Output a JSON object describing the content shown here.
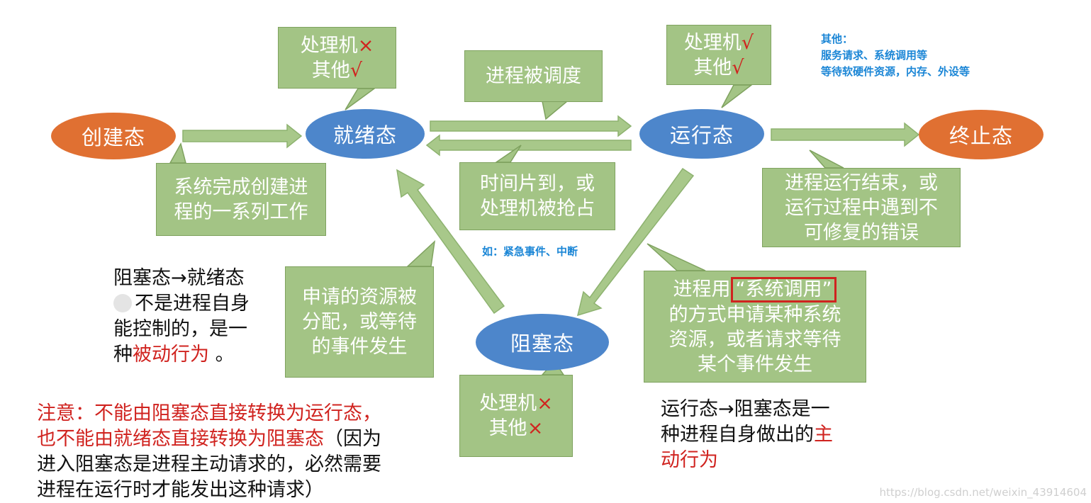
{
  "states": {
    "create": "创建态",
    "ready": "就绪态",
    "running": "运行态",
    "terminate": "终止态",
    "blocked": "阻塞态"
  },
  "callouts": {
    "ready_res": [
      "处理机",
      "其他"
    ],
    "running_res": [
      "处理机",
      "其他"
    ],
    "blocked_res": [
      "处理机",
      "其他"
    ],
    "dispatched": "进程被调度",
    "timeslice": [
      "时间片到，或",
      "处理机被抢占"
    ],
    "create_done": [
      "系统完成创建进",
      "程的一系列工作"
    ],
    "terminate_reason": [
      "进程运行结束，或",
      "运行过程中遇到不",
      "可修复的错误"
    ],
    "resource_allocated": [
      "申请的资源被",
      "分配，或等待",
      "的事件发生"
    ],
    "syscall": {
      "pre": "进程用",
      "highlight": "“系统调用”",
      "rest": [
        "的方式申请某种系统",
        "资源，或者请求等待",
        "某个事件发生"
      ]
    }
  },
  "marks": {
    "check": "√",
    "cross": "×"
  },
  "notes": {
    "other_title": "其他：",
    "other_line1": "服务请求、系统调用等",
    "other_line2": "等待软硬件资源，内存、外设等",
    "interrupt_example": "如：紧急事件、中断"
  },
  "explain_left": {
    "line1": "阻塞态→就绪态",
    "line2": "不是进程自身",
    "line3": "能控制的，是一",
    "line4_pre": "种",
    "line4_red": "被动行为",
    "line4_post": " 。"
  },
  "explain_right": {
    "line1": "运行态→阻塞态是一",
    "line2_pre": "种进程自身做出的",
    "line2_red": "主",
    "line3_red": "动行为"
  },
  "warning": {
    "line1_red": "注意：不能由阻塞态直接转换为运行态，",
    "line2_red": "也不能由就绪态直接转换为阻塞态",
    "line2_black": "（因为",
    "line3": "进入阻塞态是进程主动请求的，必然需要",
    "line4": "进程在运行时才能发出这种请求）"
  },
  "watermark": "https://blog.csdn.net/weixin_43914604",
  "colors": {
    "callout_green": "#a3c485",
    "state_orange": "#e07032",
    "state_blue": "#4d86cb",
    "arrow_green": "#a8c88a",
    "highlight_red": "#d0231f",
    "note_blue": "#1b86d6"
  }
}
